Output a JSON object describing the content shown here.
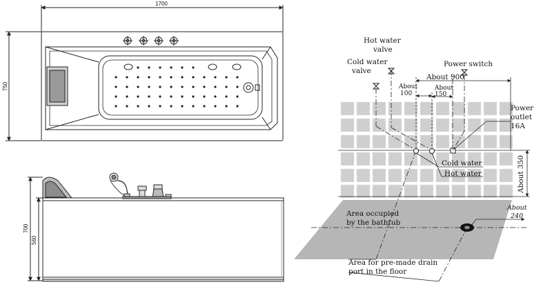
{
  "top_view": {
    "width_dim": "1700",
    "height_dim": "750"
  },
  "side_view": {
    "overall_height_dim": "700",
    "rim_height_dim": "560"
  },
  "install": {
    "hot_valve": [
      "Hot water",
      "valve"
    ],
    "cold_valve": [
      "Cold water",
      "valve"
    ],
    "power_switch": "Power switch",
    "power_outlet": [
      "Power",
      "outlet",
      "16A"
    ],
    "about_900": "About 900",
    "about_100": [
      "About",
      "100"
    ],
    "about_150": [
      "About",
      "150"
    ],
    "cold_water": "Cold water",
    "hot_water": "Hot water",
    "about_350": "About 350",
    "about_240": [
      "About",
      "240"
    ],
    "area_bathtub": [
      "Area occupied",
      "by the bathtub"
    ],
    "area_drain": [
      "Area for pre-made drain",
      "port in the floor"
    ]
  }
}
